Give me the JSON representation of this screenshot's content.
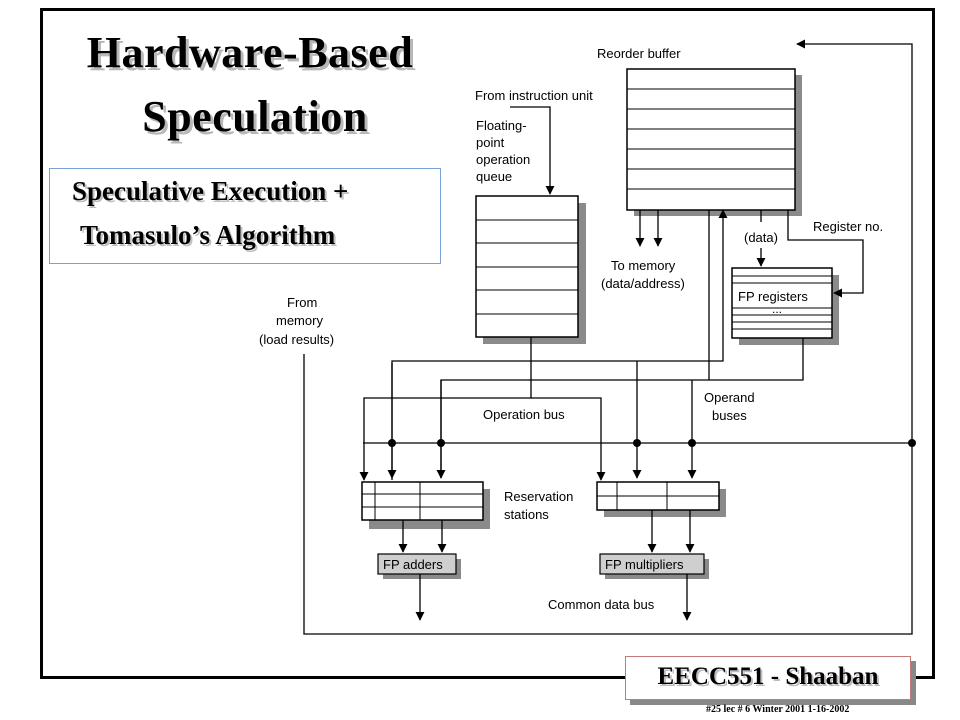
{
  "title_line1": "Hardware-Based",
  "title_line2": "Speculation",
  "subtitle_line1": "Speculative Execution +",
  "subtitle_line2": "Tomasulo’s Algorithm",
  "badge": "EECC551 - Shaaban",
  "footer": "#25   lec # 6  Winter 2001  1-16-2002",
  "diagram": {
    "reorder_buffer": "Reorder buffer",
    "from_instruction_unit": "From instruction unit",
    "fp_queue_l1": "Floating-",
    "fp_queue_l2": "point",
    "fp_queue_l3": "operation",
    "fp_queue_l4": "queue",
    "data": "(data)",
    "register_no": "Register no.",
    "to_memory_l1": "To memory",
    "to_memory_l2": "(data/address)",
    "fp_registers": "FP registers",
    "ellipsis": "...",
    "from_memory_l1": "From",
    "from_memory_l2": "memory",
    "from_memory_l3": "(load results)",
    "operand_buses_l1": "Operand",
    "operand_buses_l2": "buses",
    "operation_bus": "Operation bus",
    "reservation_l1": "Reservation",
    "reservation_l2": "stations",
    "fp_adders": "FP adders",
    "fp_multipliers": "FP multipliers",
    "common_data_bus": "Common data bus"
  }
}
